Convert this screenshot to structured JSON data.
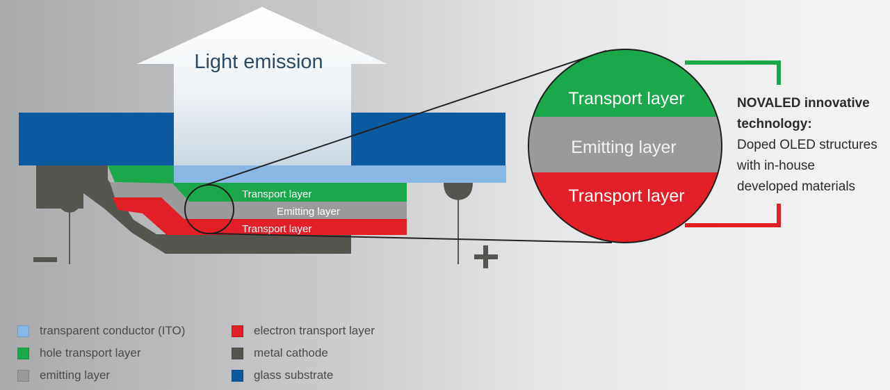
{
  "diagram": {
    "emission_label": "Light emission",
    "small_layers": {
      "transport_top": "Transport layer",
      "emitting": "Emitting layer",
      "transport_bottom": "Transport layer"
    },
    "zoom_layers": {
      "transport_top": "Transport layer",
      "emitting": "Emitting layer",
      "transport_bottom": "Transport layer"
    },
    "minus_symbol": "−",
    "plus_symbol": "+"
  },
  "info": {
    "heading": "NOVALED innovative technology:",
    "body": "Doped OLED structures\nwith in-house\ndeveloped materials"
  },
  "legend": {
    "items": [
      {
        "label": "transparent conductor (ITO)",
        "color": "#8ab8e4"
      },
      {
        "label": "hole transport layer",
        "color": "#1aa84b"
      },
      {
        "label": "emitting layer",
        "color": "#9a9a9c"
      },
      {
        "label": "electron transport layer",
        "color": "#e21f26"
      },
      {
        "label": "metal cathode",
        "color": "#555550"
      },
      {
        "label": "glass substrate",
        "color": "#0a5aa2"
      }
    ]
  },
  "colors": {
    "green": "#1aa84b",
    "red": "#e21f26",
    "gray": "#9a9a9c",
    "blue": "#0a5aa2",
    "light_blue": "#8ab8e4",
    "dark": "#555550",
    "label_text": "#2d4a62"
  }
}
